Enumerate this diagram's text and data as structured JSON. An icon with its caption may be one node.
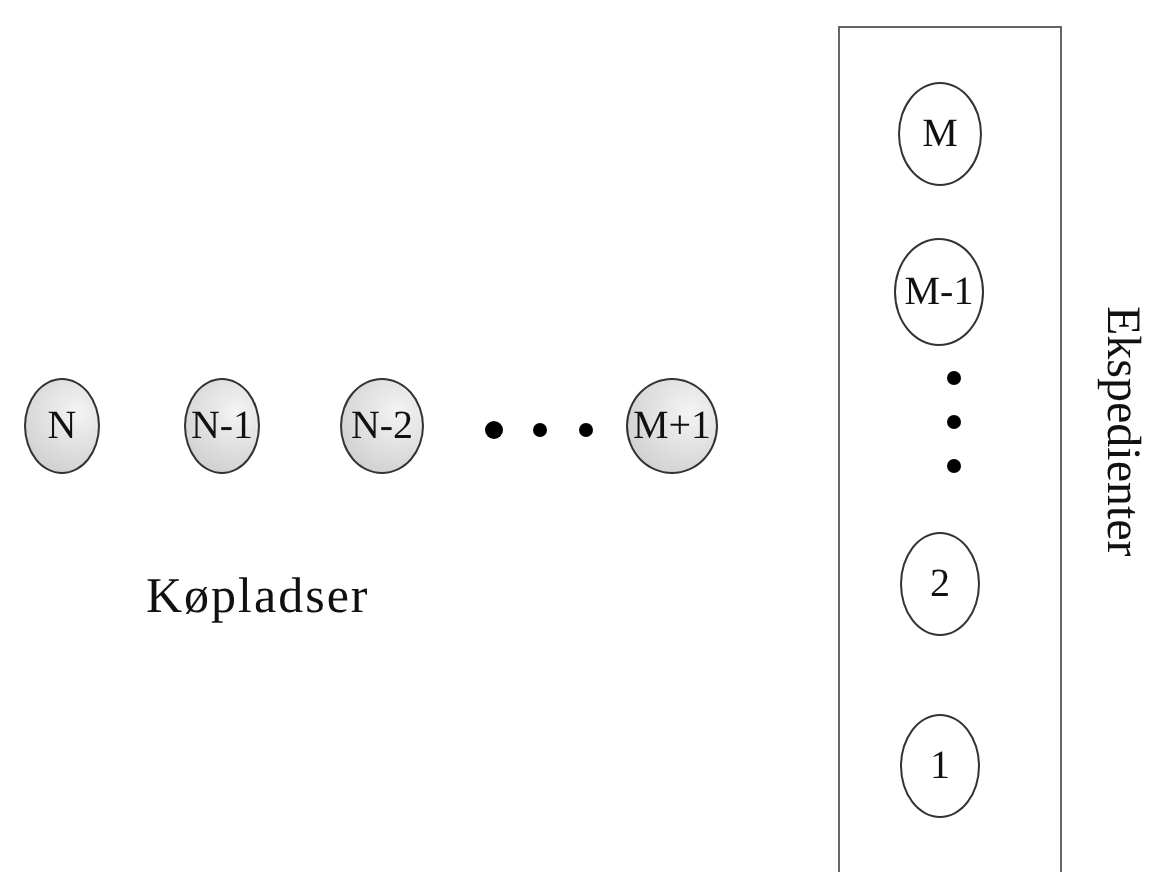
{
  "diagram": {
    "nodes": [
      {
        "text": [
          "N"
        ]
      },
      {
        "text": [
          "N-1"
        ]
      },
      {
        "text": [
          "N-2"
        ]
      },
      {
        "text": [
          "M+1"
        ]
      },
      {
        "text": [
          "Ekspedienter"
        ]
      },
      {
        "text": [
          "M"
        ],
        "in": 4
      },
      {
        "text": [
          "M-1"
        ],
        "in": 4
      },
      {
        "text": [
          "2"
        ],
        "in": 4
      },
      {
        "text": [
          "1"
        ],
        "in": 4
      }
    ],
    "labels": [
      "Køpladser"
    ]
  }
}
